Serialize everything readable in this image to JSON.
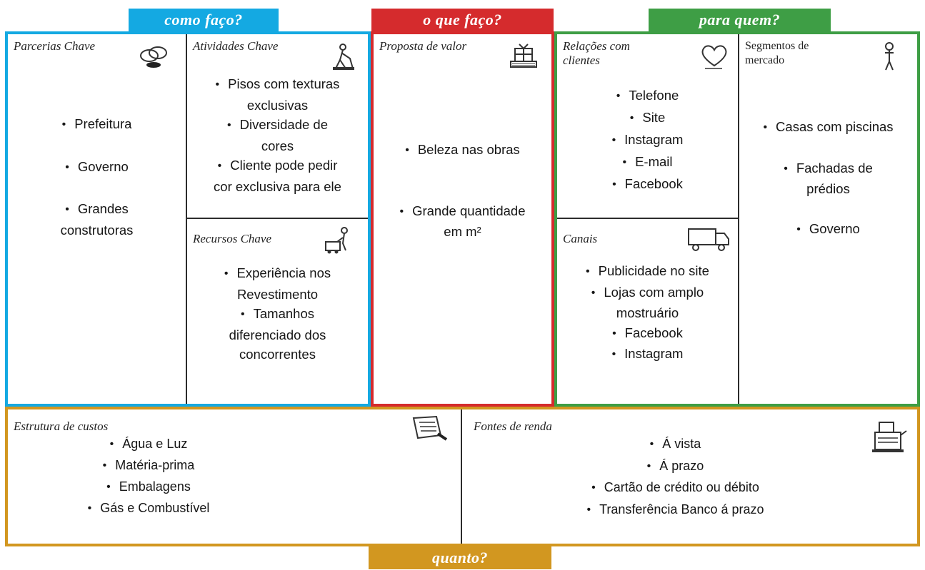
{
  "tabs": {
    "como": "como faço?",
    "oque": "o que faço?",
    "quem": "para quem?",
    "quanto": "quanto?"
  },
  "colors": {
    "blue": "#14A9E2",
    "red": "#D52B2D",
    "green": "#3E9E45",
    "gold": "#D29720",
    "divider": "#2c2c2c"
  },
  "cells": {
    "parcerias": {
      "title": "Parcerias Chave",
      "icon": "chain-links-icon",
      "items": [
        "Prefeitura",
        "Governo",
        "Grandes construtoras"
      ]
    },
    "atividades": {
      "title": "Atividades Chave",
      "icon": "worker-cleaning-icon",
      "items": [
        "Pisos com texturas exclusivas",
        "Diversidade de cores",
        "Cliente pode pedir cor exclusiva para ele"
      ]
    },
    "recursos": {
      "title": "Recursos Chave",
      "icon": "worker-with-cart-icon",
      "items": [
        "Experiência nos Revestimento",
        "Tamanhos diferenciado dos concorrentes"
      ]
    },
    "proposta": {
      "title": "Proposta de valor",
      "icon": "gift-box-icon",
      "items": [
        "Beleza nas obras",
        "Grande quantidade em m²"
      ]
    },
    "relacoes": {
      "title": "Relações com clientes",
      "icon": "heart-icon",
      "items": [
        "Telefone",
        "Site",
        "Instagram",
        "E-mail",
        "Facebook"
      ]
    },
    "canais": {
      "title": "Canais",
      "icon": "delivery-truck-icon",
      "items": [
        "Publicidade no site",
        "Lojas com amplo mostruário",
        "Facebook",
        "Instagram"
      ]
    },
    "segmentos": {
      "title": "Segmentos de mercado",
      "icon": "person-icon",
      "items": [
        "Casas com piscinas",
        "Fachadas de prédios",
        "Governo"
      ]
    },
    "custos": {
      "title": "Estrutura de custos",
      "icon": "receipt-paper-icon",
      "items": [
        "Água e Luz",
        "Matéria-prima",
        "Embalagens",
        "Gás e Combustível"
      ]
    },
    "renda": {
      "title": "Fontes de renda",
      "icon": "cash-register-icon",
      "items": [
        "Á vista",
        "Á prazo",
        "Cartão de crédito ou débito",
        "Transferência Banco á prazo"
      ]
    }
  }
}
